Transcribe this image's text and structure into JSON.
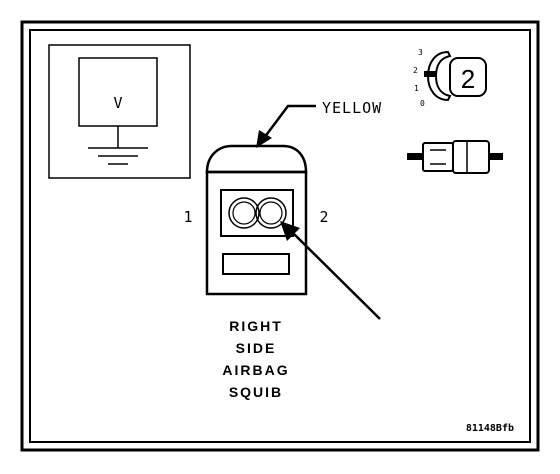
{
  "meter": {
    "label": "V"
  },
  "wire": {
    "color_label": "YELLOW"
  },
  "connector": {
    "pin_left": "1",
    "pin_right": "2"
  },
  "component": {
    "lines": [
      "RIGHT",
      "SIDE",
      "AIRBAG",
      "SQUIB"
    ]
  },
  "connector_key": {
    "positions": [
      "3",
      "2",
      "1",
      "0"
    ],
    "selected": "2"
  },
  "figure": {
    "id": "81148Bfb"
  },
  "colors": {
    "ink": "#000000",
    "paper": "#ffffff"
  }
}
